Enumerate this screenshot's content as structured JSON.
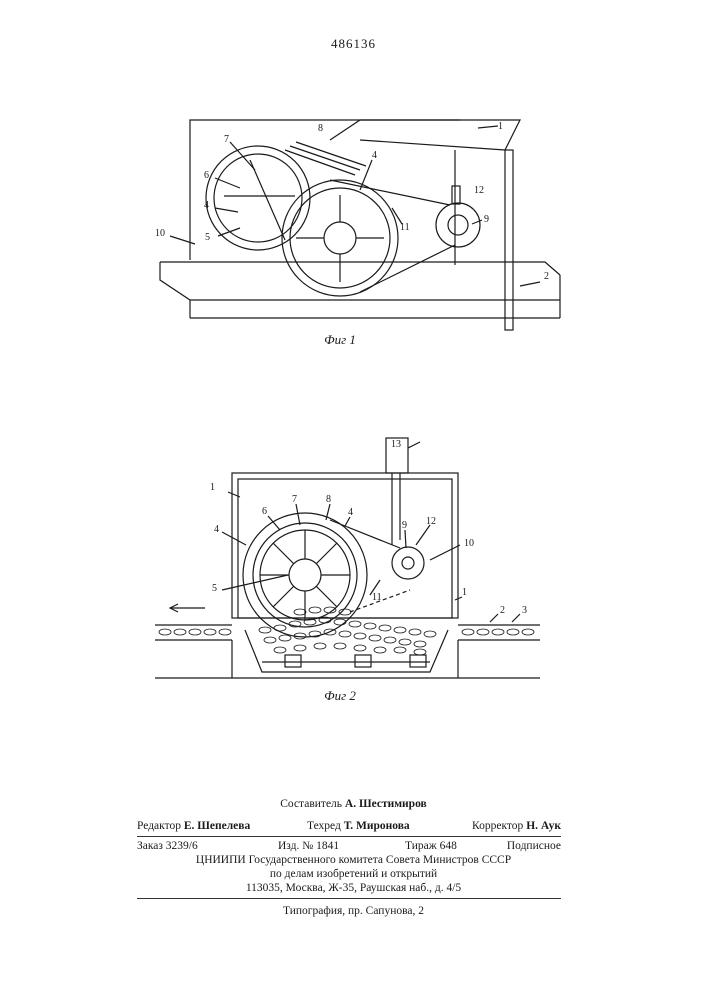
{
  "patent_number": "486136",
  "figure1": {
    "caption": "Фиг 1",
    "labels": {
      "l1": "1",
      "l2": "2",
      "l4a": "4",
      "l4b": "4",
      "l5": "5",
      "l6": "6",
      "l7": "7",
      "l8": "8",
      "l9": "9",
      "l10": "10",
      "l11": "11",
      "l12": "12"
    }
  },
  "figure2": {
    "caption": "Фиг 2",
    "labels": {
      "l1a": "1",
      "l1b": "1",
      "l2": "2",
      "l3": "3",
      "l4a": "4",
      "l4b": "4",
      "l5": "5",
      "l6": "6",
      "l7": "7",
      "l8": "8",
      "l9": "9",
      "l10": "10",
      "l11": "11",
      "l12": "12",
      "l13": "13"
    }
  },
  "footer": {
    "compiler_prefix": "Составитель",
    "compiler_name": "А. Шестимиров",
    "editor_prefix": "Редактор",
    "editor_name": "Е. Шепелева",
    "techred_prefix": "Техред",
    "techred_name": "Т. Миронова",
    "corrector_prefix": "Корректор",
    "corrector_name": "Н. Аук",
    "order": "Заказ 3239/6",
    "edition": "Изд. № 1841",
    "circulation": "Тираж 648",
    "subscription": "Подписное",
    "institute": "ЦНИИПИ Государственного комитета Совета Министров СССР",
    "affairs": "по делам изобретений и открытий",
    "address": "113035, Москва, Ж-35, Раушская наб., д. 4/5",
    "printing": "Типография, пр. Сапунова, 2"
  }
}
